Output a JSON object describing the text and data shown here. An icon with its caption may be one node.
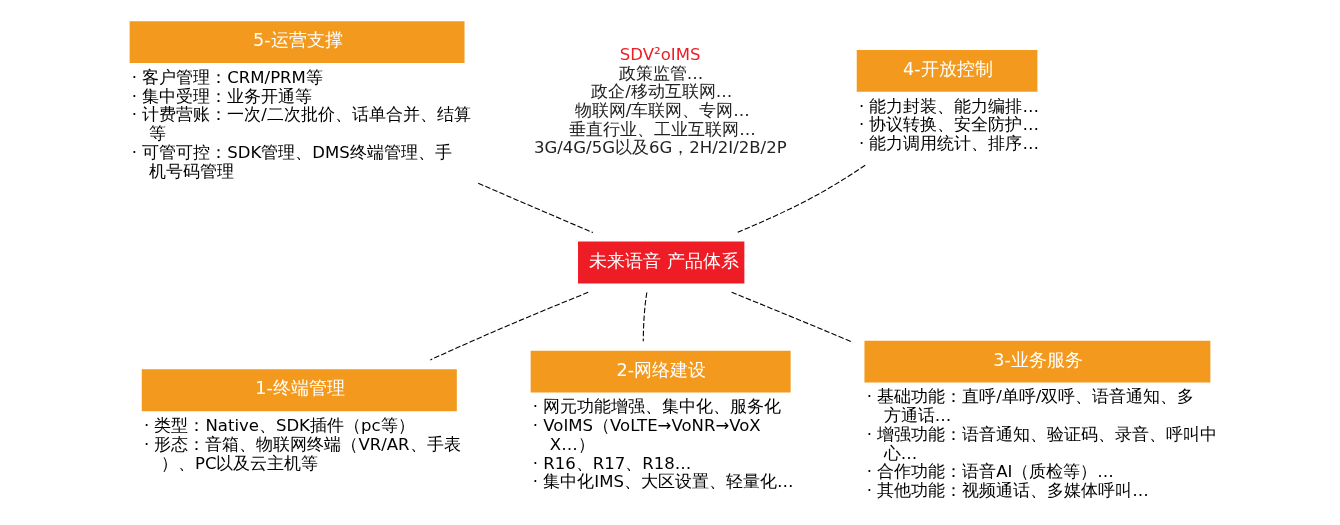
{
  "diagram": {
    "nodes": [
      {
        "text": [
          "未来语音 产品体系"
        ]
      },
      {
        "text": [
          "5-运营支撑"
        ],
        "beside": [
          "· 客户管理：CRM/PRM等",
          "· 集中受理：业务开通等",
          "· 计费营账：一次/二次批价、话单合并、结算等",
          "· 可管可控：SDK管理、DMS终端管理、手机号码管理"
        ]
      },
      {
        "text": [
          "4-开放控制"
        ],
        "beside": [
          "· 能力封装、能力编排…",
          "· 协议转换、安全防护…",
          "· 能力调用统计、排序…"
        ]
      },
      {
        "text": [
          "1-终端管理"
        ],
        "beside": [
          "· 类型：Native、SDK插件（pc等）",
          "· 形态：音箱、物联网终端（VR/AR、手表）、PC以及云主机等"
        ]
      },
      {
        "text": [
          "2-网络建设"
        ],
        "beside": [
          "· 网元功能增强、集中化、服务化",
          "· VoIMS（VoLTE→VoNR→VoXX…）",
          "· R16、R17、R18…",
          "· 集中化IMS、大区设置、轻量化…"
        ]
      },
      {
        "text": [
          "3-业务服务"
        ],
        "beside": [
          "· 基础功能：直呼/单呼/双呼、语音通知、多方通话…",
          "· 增强功能：语音通知、验证码、录音、呼叫中心…",
          "· 合作功能：语音AI（质检等）…",
          "· 其他功能：视频通话、多媒体呼叫…"
        ]
      }
    ],
    "edges": [
      {
        "from": 0,
        "to": 1,
        "arrow": "none",
        "style": "dashed"
      },
      {
        "from": 0,
        "to": 2,
        "arrow": "none",
        "style": "dashed"
      },
      {
        "from": 0,
        "to": 3,
        "arrow": "none",
        "style": "dashed"
      },
      {
        "from": 0,
        "to": 4,
        "arrow": "none",
        "style": "dashed"
      },
      {
        "from": 0,
        "to": 5,
        "arrow": "none",
        "style": "dashed"
      }
    ],
    "labels": [
      "SDV²oIMS",
      "政策监管…",
      "政企/移动互联网…",
      "物联网/车联网、专网…",
      "垂直行业、工业互联网…",
      "3G/4G/5G以及6G，2H/2I/2B/2P"
    ]
  }
}
